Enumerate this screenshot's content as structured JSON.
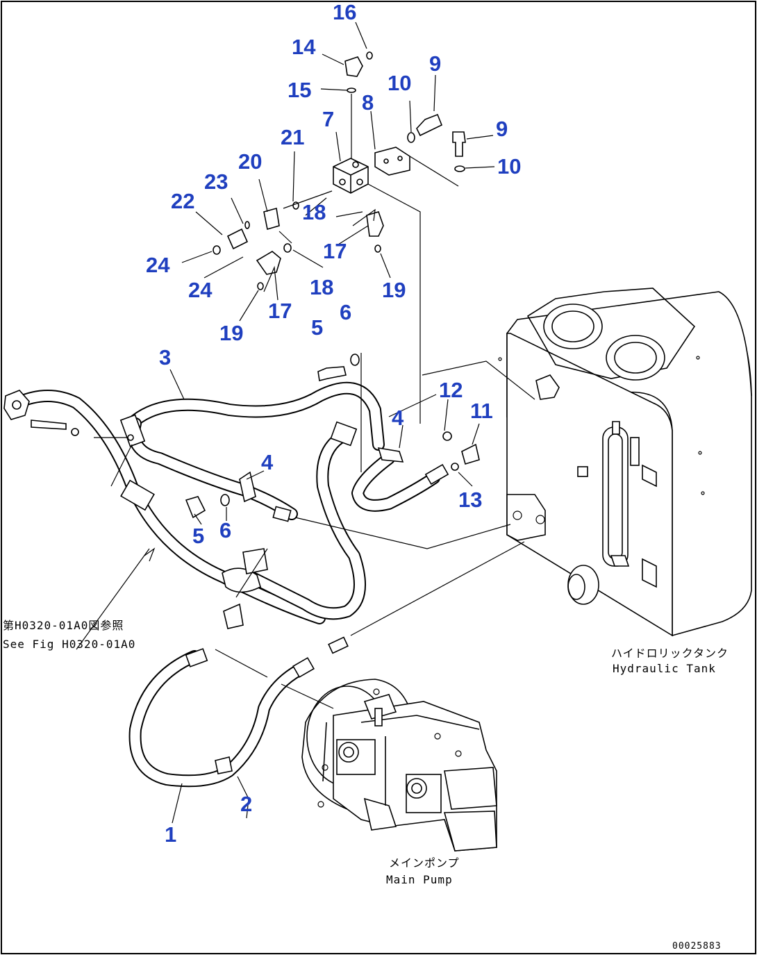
{
  "callouts": {
    "c16": "16",
    "c14": "14",
    "c15": "15",
    "c10a": "10",
    "c9a": "9",
    "c8": "8",
    "c7": "7",
    "c9b": "9",
    "c10b": "10",
    "c21": "21",
    "c20": "20",
    "c23": "23",
    "c22": "22",
    "c18a": "18",
    "c24a": "24",
    "c17a": "17",
    "c24b": "24",
    "c18b": "18",
    "c19a": "19",
    "c17b": "17",
    "c19b": "19",
    "c5a": "5",
    "c6a": "6",
    "c3": "3",
    "c12": "12",
    "c11": "11",
    "c4a": "4",
    "c4b": "4",
    "c13": "13",
    "c5b": "5",
    "c6b": "6",
    "c2": "2",
    "c1": "1"
  },
  "labels": {
    "see_fig_jp": "第H0320-01A0図参照",
    "see_fig_en": "See Fig H0320-01A0",
    "hydraulic_tank_jp": "ハイドロリックタンク",
    "hydraulic_tank_en": "Hydraulic Tank",
    "main_pump_jp": "メインポンプ",
    "main_pump_en": "Main Pump",
    "doc_number": "00025883"
  },
  "colors": {
    "callout": "#1f3fbf",
    "line": "#000000",
    "background": "#ffffff"
  }
}
